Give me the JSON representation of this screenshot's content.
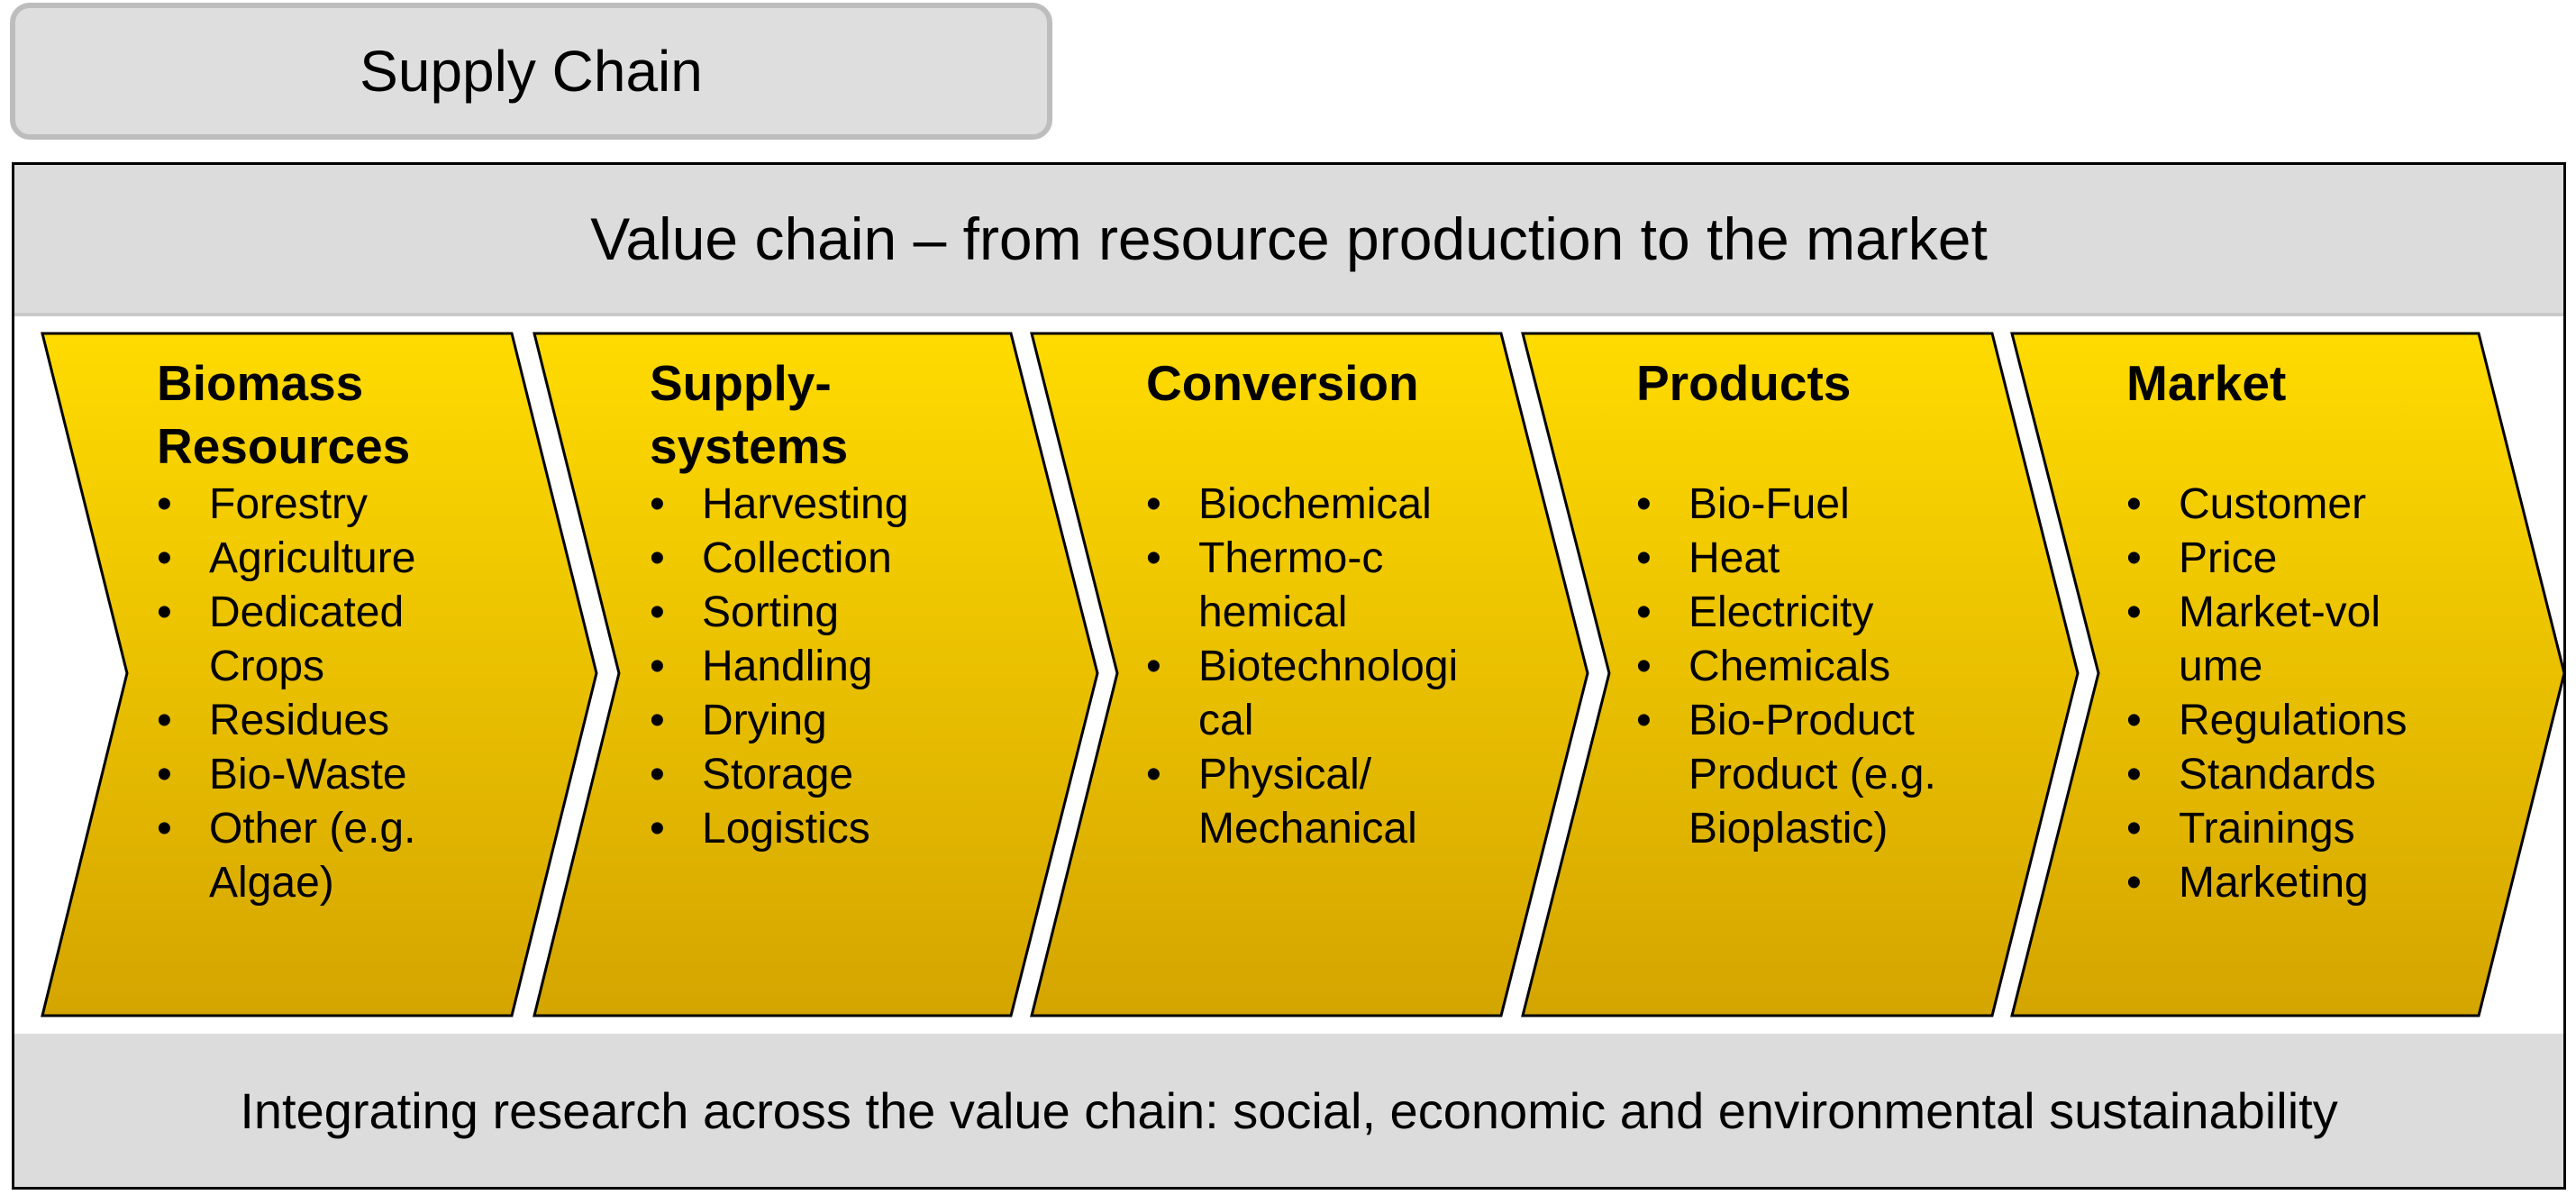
{
  "tab_label": "Supply Chain",
  "header": "Value chain – from resource production to the market",
  "footer": "Integrating research across the value chain: social, economic and environmental sustainability",
  "colors": {
    "chevron_top": "#ffdb00",
    "chevron_bottom": "#d4a500",
    "band": "#dcdcdc",
    "tab_border": "#bdbdbd"
  },
  "stages": [
    {
      "title": "Biomass Resources",
      "items": [
        "Forestry",
        "Agriculture",
        "Dedicated Crops",
        "Residues",
        "Bio-Waste",
        "Other (e.g. Algae)"
      ]
    },
    {
      "title": "Supply-systems",
      "items": [
        "Harvesting",
        "Collection",
        "Sorting",
        "Handling",
        "Drying",
        "Storage",
        "Logistics"
      ]
    },
    {
      "title": "Conversion",
      "items": [
        "Biochemical",
        "Thermo-chemical",
        "Biotechnological",
        "Physical/ Mechanical"
      ]
    },
    {
      "title": "Products",
      "items": [
        "Bio-Fuel",
        "Heat",
        "Electricity",
        "Chemicals",
        "Bio-Product Product (e.g. Bioplastic)"
      ]
    },
    {
      "title": "Market",
      "items": [
        "Customer",
        "Price",
        "Market-volume",
        "Regulations",
        "Standards",
        "Trainings",
        "Marketing"
      ]
    }
  ]
}
